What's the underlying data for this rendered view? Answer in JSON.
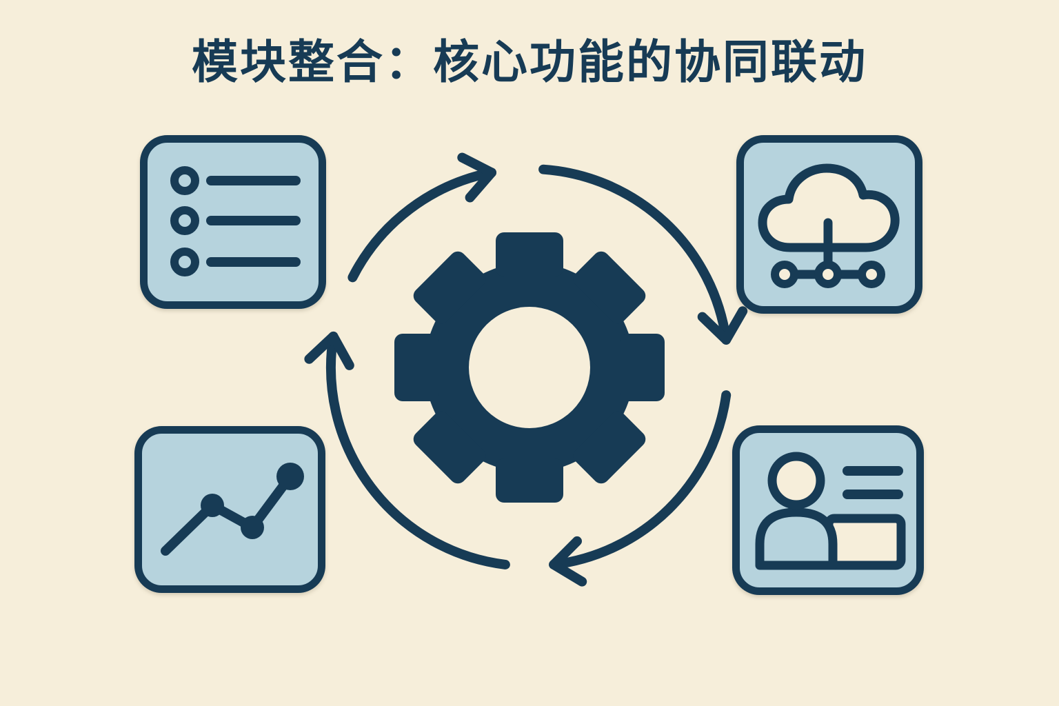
{
  "title": "模块整合：核心功能的协同联动",
  "colors": {
    "background_cream": "#f6eeda",
    "navy": "#173b55",
    "card_blue": "#b6d3dd"
  },
  "center": {
    "icon": "gear-icon"
  },
  "cycle": {
    "icon": "cycle-arrows-icon",
    "direction": "clockwise",
    "segment_count": 4
  },
  "modules": [
    {
      "position": "top-left",
      "icon": "list-icon"
    },
    {
      "position": "top-right",
      "icon": "cloud-network-icon"
    },
    {
      "position": "bottom-left",
      "icon": "line-chart-icon"
    },
    {
      "position": "bottom-right",
      "icon": "contact-card-icon"
    }
  ]
}
